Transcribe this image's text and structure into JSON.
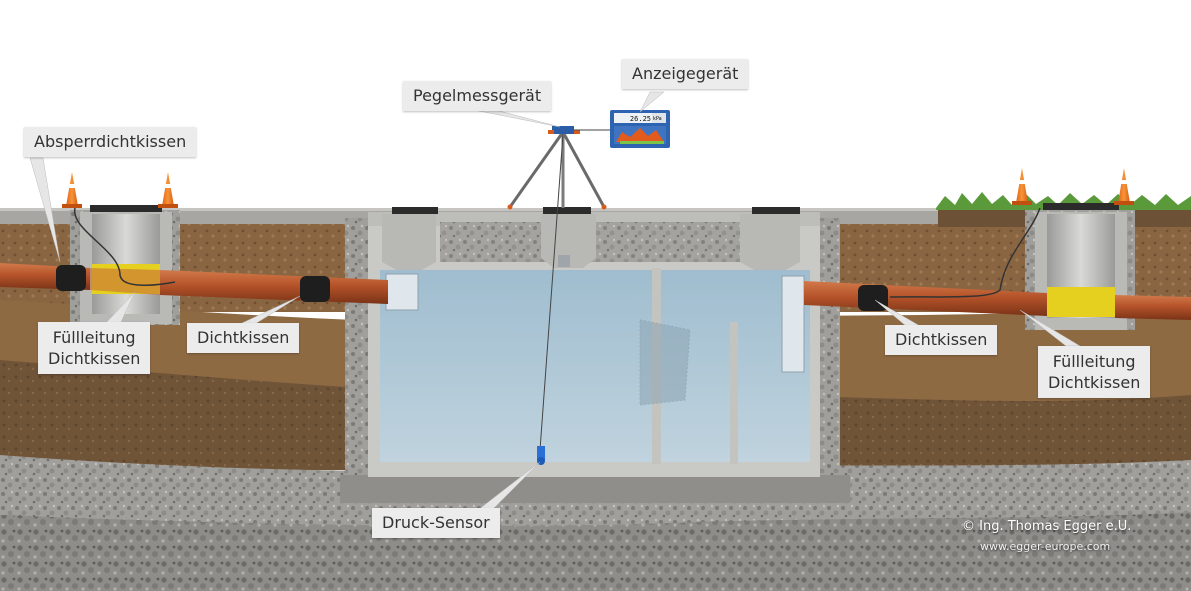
{
  "labels": {
    "absperrdichtkissen": "Absperrdichtkissen",
    "pegelmessgeraet": "Pegelmessgerät",
    "anzeigegeraet": "Anzeigegerät",
    "fuellleitung_left_1": "Füllleitung",
    "fuellleitung_left_2": "Dichtkissen",
    "dichtkissen_left": "Dichtkissen",
    "dichtkissen_right": "Dichtkissen",
    "fuellleitung_right_1": "Füllleitung",
    "fuellleitung_right_2": "Dichtkissen",
    "druck_sensor": "Druck-Sensor"
  },
  "display": {
    "value": "26.25",
    "unit": "kPa"
  },
  "credits": {
    "copyright": "© Ing. Thomas Egger e.U.",
    "website": "www.egger-europe.com"
  },
  "colors": {
    "water": "#a9c3d2",
    "pipe": "#b5532a",
    "concrete": "#c9c9c6",
    "soil": "#8b6a47",
    "gravel": "#9a9894",
    "seal": "#1e1e1e",
    "filler": "#e8d21f",
    "sensor": "#2a6fd6",
    "grass": "#5b9a3a",
    "cone": "#f07a1e"
  },
  "icons": [
    "traffic-cone-icon",
    "tripod-icon",
    "pressure-sensor-icon",
    "display-device-icon"
  ]
}
